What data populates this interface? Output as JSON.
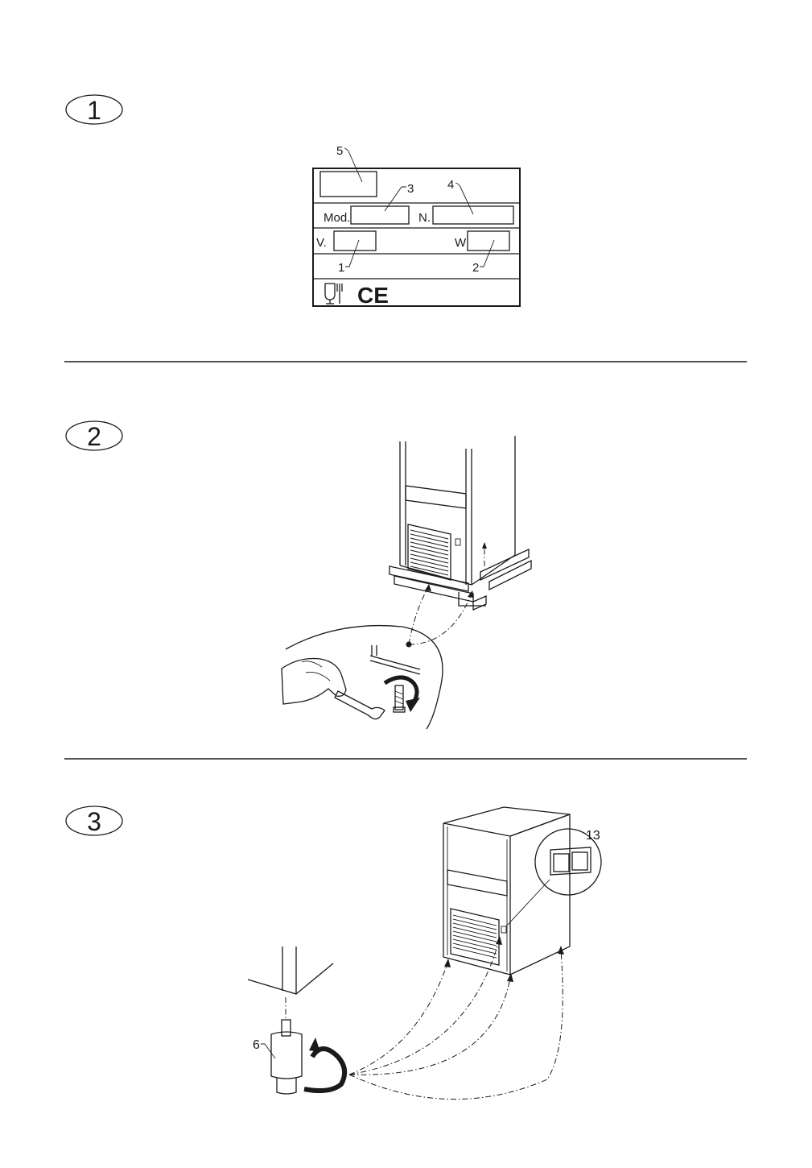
{
  "steps": [
    {
      "number": "1"
    },
    {
      "number": "2"
    },
    {
      "number": "3"
    }
  ],
  "plate": {
    "mod_label": "Mod.",
    "n_label": "N.",
    "v_label": "V.",
    "w_label": "W",
    "ce_mark": "CE",
    "food_icon": "glass-fork-icon",
    "callouts": {
      "c1": "1",
      "c2": "2",
      "c3": "3",
      "c4": "4",
      "c5": "5"
    }
  },
  "fig3": {
    "callouts": {
      "c6": "6",
      "c13": "13"
    }
  }
}
